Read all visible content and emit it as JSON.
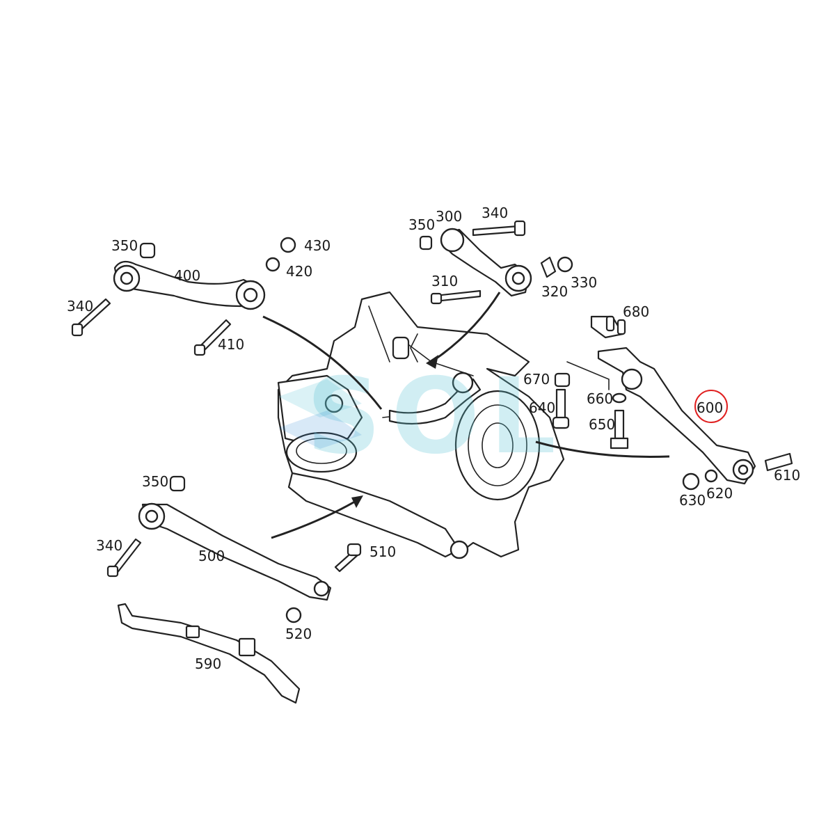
{
  "diagram": {
    "watermark": "SOL",
    "highlight_label": "600",
    "callouts": [
      {
        "id": "350a",
        "text": "350"
      },
      {
        "id": "400",
        "text": "400"
      },
      {
        "id": "430",
        "text": "430"
      },
      {
        "id": "420",
        "text": "420"
      },
      {
        "id": "340a",
        "text": "340"
      },
      {
        "id": "410",
        "text": "410"
      },
      {
        "id": "350b",
        "text": "350"
      },
      {
        "id": "300",
        "text": "300"
      },
      {
        "id": "340b",
        "text": "340"
      },
      {
        "id": "310",
        "text": "310"
      },
      {
        "id": "320",
        "text": "320"
      },
      {
        "id": "330",
        "text": "330"
      },
      {
        "id": "680",
        "text": "680"
      },
      {
        "id": "670",
        "text": "670"
      },
      {
        "id": "660",
        "text": "660"
      },
      {
        "id": "640",
        "text": "640"
      },
      {
        "id": "650",
        "text": "650"
      },
      {
        "id": "600",
        "text": "600"
      },
      {
        "id": "610",
        "text": "610"
      },
      {
        "id": "630",
        "text": "630"
      },
      {
        "id": "620",
        "text": "620"
      },
      {
        "id": "350c",
        "text": "350"
      },
      {
        "id": "340c",
        "text": "340"
      },
      {
        "id": "500",
        "text": "500"
      },
      {
        "id": "510",
        "text": "510"
      },
      {
        "id": "520",
        "text": "520"
      },
      {
        "id": "590",
        "text": "590"
      }
    ],
    "colors": {
      "line": "#222222",
      "highlight": "#e02020",
      "watermark": "#5cc6d6"
    }
  }
}
